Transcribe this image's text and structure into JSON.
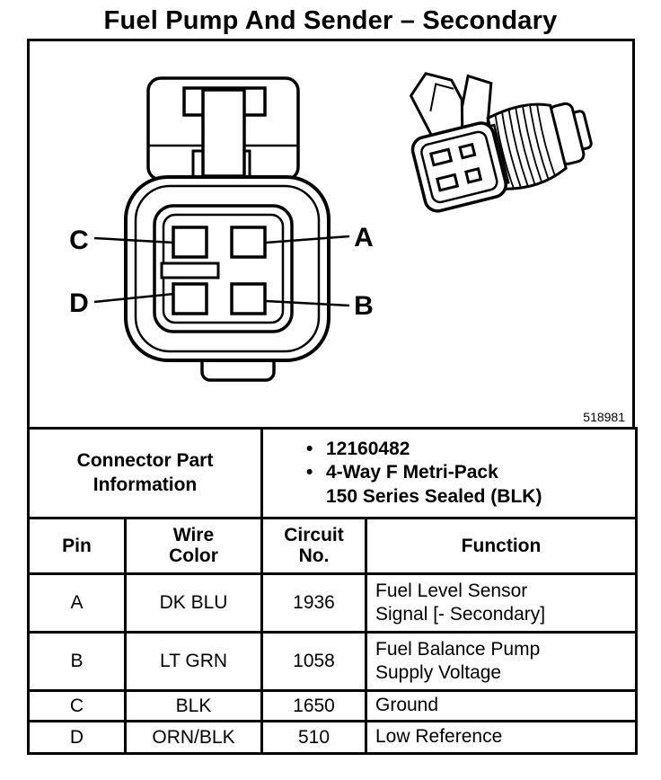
{
  "page": {
    "title": "Fuel Pump And Sender – Secondary",
    "figure_number": "518981"
  },
  "colors": {
    "ink": "#000000",
    "paper": "#ffffff"
  },
  "diagram": {
    "pin_labels": {
      "a": "A",
      "b": "B",
      "c": "C",
      "d": "D"
    },
    "bullet_char": "•"
  },
  "table": {
    "part_info": {
      "label": "Connector Part Information",
      "bullets": [
        {
          "lines": [
            "12160482"
          ]
        },
        {
          "lines": [
            "4-Way F Metri-Pack",
            "150 Series Sealed (BLK)"
          ]
        }
      ]
    },
    "headers": {
      "pin": "Pin",
      "wire_color": "Wire Color",
      "circuit_no": "Circuit No.",
      "function": "Function"
    },
    "rows": [
      {
        "pin": "A",
        "wire_color": "DK BLU",
        "circuit_no": "1936",
        "function": "Fuel Level Sensor Signal [- Secondary]"
      },
      {
        "pin": "B",
        "wire_color": "LT GRN",
        "circuit_no": "1058",
        "function": "Fuel Balance Pump Supply Voltage"
      },
      {
        "pin": "C",
        "wire_color": "BLK",
        "circuit_no": "1650",
        "function": "Ground"
      },
      {
        "pin": "D",
        "wire_color": "ORN/BLK",
        "circuit_no": "510",
        "function": "Low Reference"
      }
    ]
  }
}
